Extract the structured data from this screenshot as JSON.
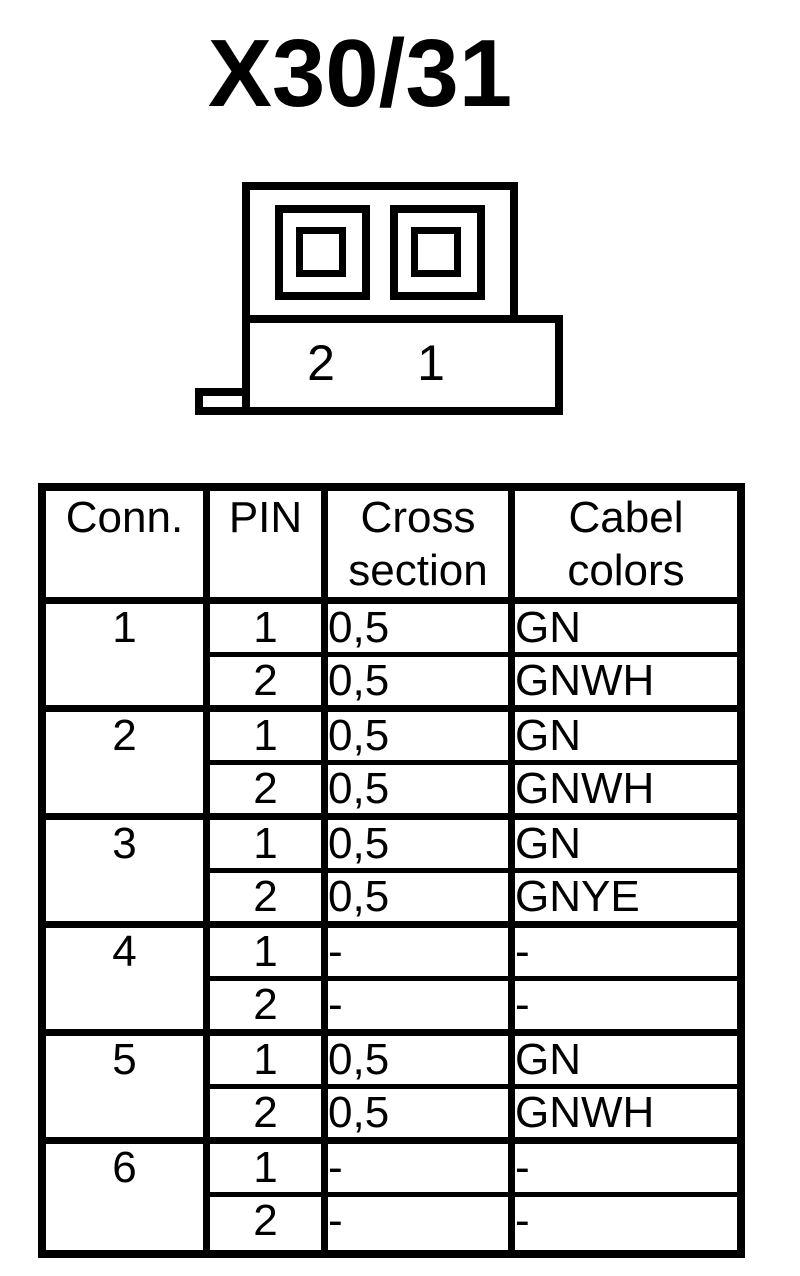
{
  "page": {
    "background": "#ffffff",
    "ink": "#000000"
  },
  "title": "X30/31",
  "diagram": {
    "description": "connector front view with two square pin openings",
    "pin_labels": [
      "2",
      "1"
    ]
  },
  "table": {
    "headers": {
      "conn": "Conn.",
      "pin": "PIN",
      "cross": "Cross\nsection",
      "colors": "Cabel\ncolors"
    },
    "groups": [
      {
        "conn": "1",
        "pins": [
          {
            "pin": "1",
            "cross": "0,5",
            "color": "GN"
          },
          {
            "pin": "2",
            "cross": "0,5",
            "color": "GNWH"
          }
        ]
      },
      {
        "conn": "2",
        "pins": [
          {
            "pin": "1",
            "cross": "0,5",
            "color": "GN"
          },
          {
            "pin": "2",
            "cross": "0,5",
            "color": "GNWH"
          }
        ]
      },
      {
        "conn": "3",
        "pins": [
          {
            "pin": "1",
            "cross": "0,5",
            "color": "GN"
          },
          {
            "pin": "2",
            "cross": "0,5",
            "color": "GNYE"
          }
        ]
      },
      {
        "conn": "4",
        "pins": [
          {
            "pin": "1",
            "cross": "-",
            "color": "-"
          },
          {
            "pin": "2",
            "cross": "-",
            "color": "-"
          }
        ]
      },
      {
        "conn": "5",
        "pins": [
          {
            "pin": "1",
            "cross": "0,5",
            "color": "GN"
          },
          {
            "pin": "2",
            "cross": "0,5",
            "color": "GNWH"
          }
        ]
      },
      {
        "conn": "6",
        "pins": [
          {
            "pin": "1",
            "cross": "-",
            "color": "-"
          },
          {
            "pin": "2",
            "cross": "-",
            "color": "-"
          }
        ]
      }
    ]
  }
}
